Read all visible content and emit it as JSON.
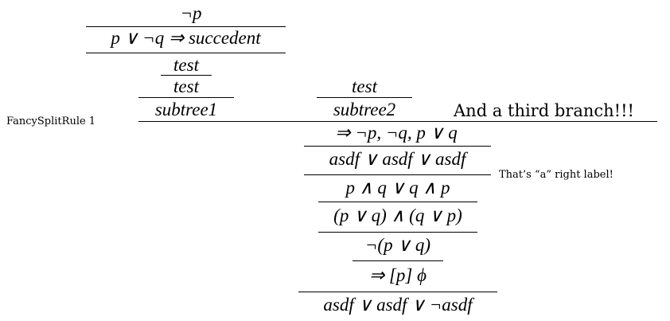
{
  "formulas": {
    "neg_p": "¬p",
    "succedent": "p ∨ ¬q ⇒ succedent",
    "test1": "test",
    "test2": "test",
    "subtree1": "subtree1",
    "test3": "test",
    "subtree2": "subtree2",
    "third_branch": "And a third branch!!!",
    "sequent": "⇒ ¬p, ¬q, p ∨ q",
    "asdf_or": "asdf ∨ asdf ∨ asdf",
    "pq_and": "p ∧ q ∨ q ∧ p",
    "pq_or_and": "(p ∨ q) ∧ (q ∨ p)",
    "neg_pq": "¬(p ∨ q)",
    "box_phi": "⇒ [p] ϕ",
    "asdf_final": "asdf ∨ asdf ∨ ¬asdf"
  },
  "labels": {
    "left_rule": "FancySplitRule 1",
    "right_rule": "That’s “a” right label!"
  }
}
